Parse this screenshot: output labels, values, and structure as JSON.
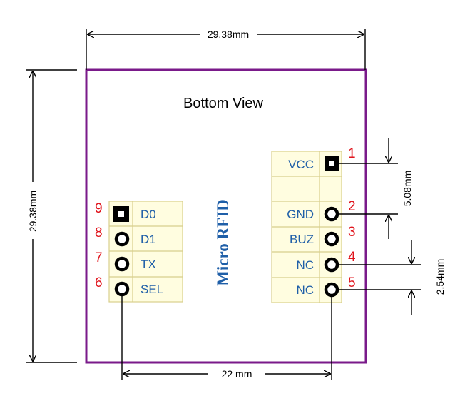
{
  "title": "Bottom View",
  "module_label": "Micro RFID",
  "dimensions": {
    "width": "29.38mm",
    "height": "29.38mm",
    "pin_spacing_gap": "5.08mm",
    "pin_pitch": "2.54mm",
    "header_distance": "22 mm"
  },
  "right_header": [
    {
      "number": "1",
      "name": "VCC"
    },
    {
      "number": "2",
      "name": "GND"
    },
    {
      "number": "3",
      "name": "BUZ"
    },
    {
      "number": "4",
      "name": "NC"
    },
    {
      "number": "5",
      "name": "NC"
    }
  ],
  "left_header": [
    {
      "number": "9",
      "name": "D0"
    },
    {
      "number": "8",
      "name": "D1"
    },
    {
      "number": "7",
      "name": "TX"
    },
    {
      "number": "6",
      "name": "SEL"
    }
  ],
  "colors": {
    "board_outline": "#7a1a8a",
    "header_fill": "#fffde0",
    "header_border": "#d8cf8c",
    "pin_name": "#1f5fa8",
    "pin_number": "#e0141c",
    "module_label": "#1f5fa8"
  }
}
